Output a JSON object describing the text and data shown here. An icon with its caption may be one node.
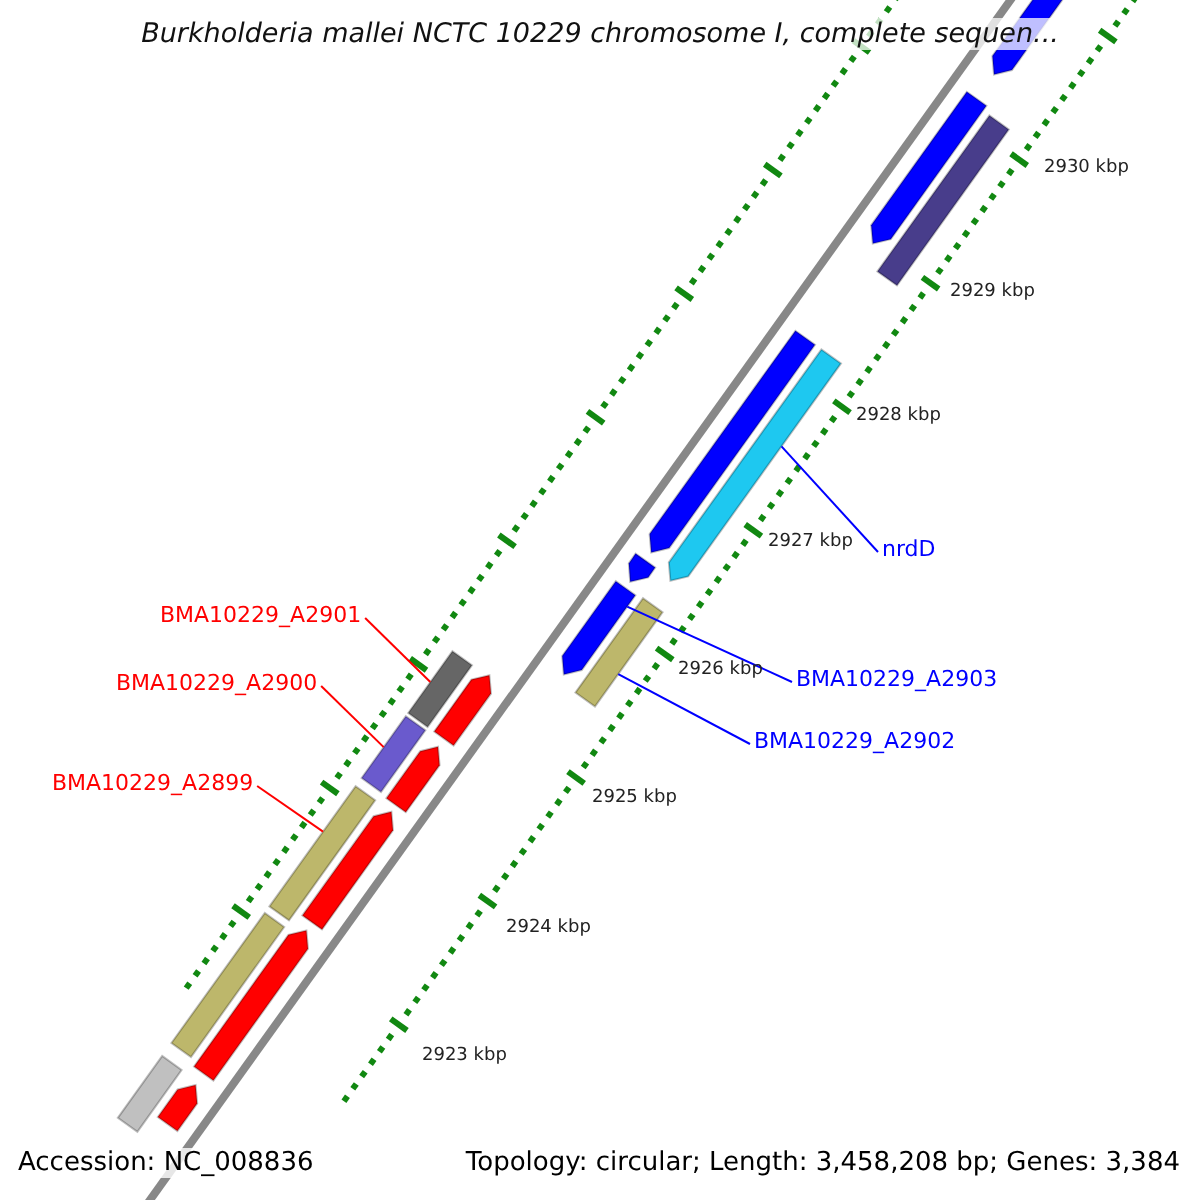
{
  "diagram": {
    "title": "Burkholderia mallei NCTC 10229 chromosome I, complete sequen...",
    "nodes": [
      {
        "text": [
          "nrdD"
        ]
      },
      {
        "text": [],
        "shape": "arrow"
      },
      {
        "text": [
          "BMA10229_A2903"
        ]
      },
      {
        "text": [],
        "shape": "arrow"
      },
      {
        "text": [
          "BMA10229_A2902"
        ]
      },
      {
        "text": [],
        "shape": "bar"
      },
      {
        "text": [
          "BMA10229_A2901"
        ]
      },
      {
        "text": [],
        "shape": "bar"
      },
      {
        "text": [
          "BMA10229_A2900"
        ]
      },
      {
        "text": [],
        "shape": "bar"
      },
      {
        "text": [
          "BMA10229_A2899"
        ]
      },
      {
        "text": [],
        "shape": "bar"
      },
      {
        "text": [],
        "shape": "arrow"
      },
      {
        "text": [],
        "shape": "arrow"
      },
      {
        "text": [],
        "shape": "bar"
      },
      {
        "text": [],
        "shape": "arrow"
      },
      {
        "text": [],
        "shape": "arrow"
      },
      {
        "text": [],
        "shape": "arrow"
      },
      {
        "text": [],
        "shape": "arrow"
      },
      {
        "text": [],
        "shape": "arrow"
      },
      {
        "text": [],
        "shape": "bar"
      },
      {
        "text": [],
        "shape": "arrow"
      },
      {
        "text": [],
        "shape": "bar"
      },
      {
        "text": [],
        "shape": "arrow"
      }
    ],
    "edges": [
      {
        "from": 0,
        "to": 1,
        "arrow": "none",
        "color": "#0000ff"
      },
      {
        "from": 2,
        "to": 3,
        "arrow": "none",
        "color": "#0000ff"
      },
      {
        "from": 4,
        "to": 5,
        "arrow": "none",
        "color": "#0000ff"
      },
      {
        "from": 6,
        "to": 7,
        "arrow": "none",
        "color": "#ff0000"
      },
      {
        "from": 8,
        "to": 9,
        "arrow": "none",
        "color": "#ff0000"
      },
      {
        "from": 10,
        "to": 11,
        "arrow": "none",
        "color": "#ff0000"
      }
    ],
    "labels": [
      "2930 kbp",
      "2929 kbp",
      "2928 kbp",
      "2927 kbp",
      "2926 kbp",
      "2925 kbp",
      "2924 kbp",
      "2923 kbp",
      "Accession: NC_008836",
      "Topology: circular; Length: 3,458,208 bp; Genes: 3,384"
    ]
  }
}
